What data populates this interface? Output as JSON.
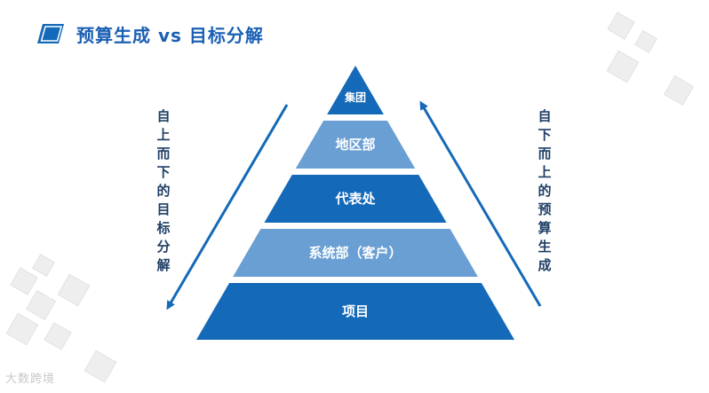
{
  "title": "预算生成 vs 目标分解",
  "pyramid": {
    "levels": [
      "集团",
      "地区部",
      "代表处",
      "系统部（客户）",
      "项目"
    ],
    "colors": {
      "dark": "#1469b8",
      "light": "#6a9fd4",
      "text": "#ffffff"
    }
  },
  "left_label": [
    "自",
    "上",
    "而",
    "下",
    "的",
    "目",
    "标",
    "分",
    "解"
  ],
  "right_label": [
    "自",
    "下",
    "而",
    "上",
    "的",
    "预",
    "算",
    "生",
    "成"
  ],
  "watermark": "大数跨境",
  "icons": {
    "title": "parallelogram-icon",
    "arrow_left": "arrow-down-left-icon",
    "arrow_right": "arrow-up-left-icon"
  }
}
